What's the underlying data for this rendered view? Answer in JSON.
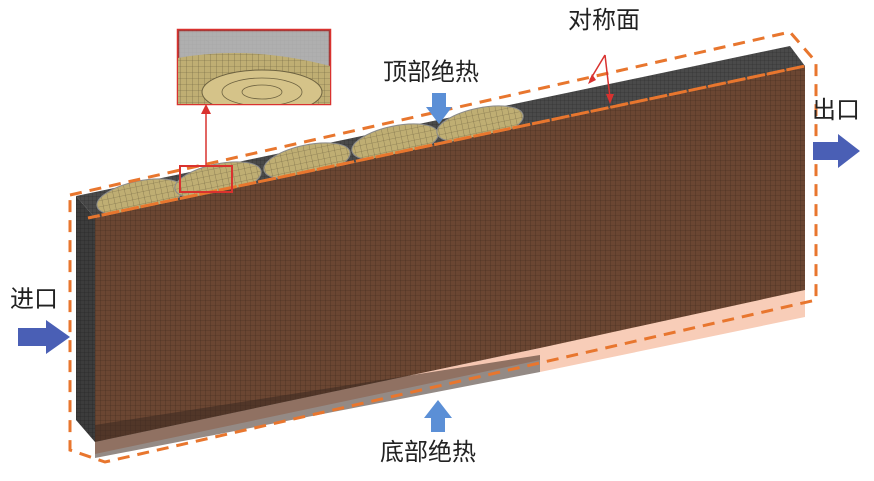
{
  "labels": {
    "symmetry_plane": "对称面",
    "top_insulation": "顶部绝热",
    "outlet": "出口",
    "inlet": "进口",
    "bottom_insulation": "底部绝热"
  },
  "colors": {
    "mesh_body": "#6b4632",
    "mesh_dark": "#3a3a3a",
    "dashed_outline": "#e8762e",
    "callout_red": "#d9322f",
    "arrow_blue": "#5b8fd6",
    "arrow_navy": "#4a5fb5",
    "bottom_fill": "#f6c7b2",
    "circle_fill": "#c8b877"
  }
}
